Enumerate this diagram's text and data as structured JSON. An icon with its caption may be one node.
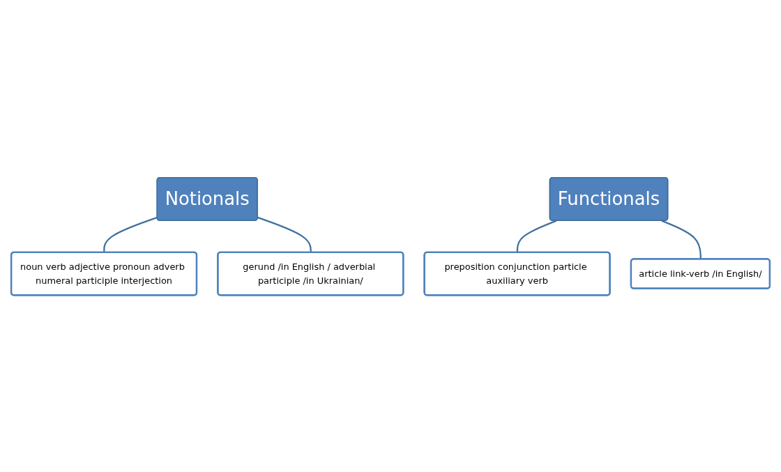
{
  "diagram": {
    "nodes": [
      {
        "text": [
          "Notionals"
        ]
      },
      {
        "text": [
          "noun verb adjective pronoun adverb numeral participle interjection"
        ]
      },
      {
        "text": [
          "gerund /in English / adverbial participle /in Ukrainian/"
        ]
      },
      {
        "text": [
          "Functionals"
        ]
      },
      {
        "text": [
          "preposition conjunction particle auxiliary verb"
        ]
      },
      {
        "text": [
          "article link-verb /in English/"
        ]
      }
    ],
    "edges": [
      {
        "from": 0,
        "to": 1,
        "arrow": "none"
      },
      {
        "from": 0,
        "to": 2,
        "arrow": "none"
      },
      {
        "from": 3,
        "to": 4,
        "arrow": "none"
      },
      {
        "from": 3,
        "to": 5,
        "arrow": "none"
      }
    ]
  }
}
